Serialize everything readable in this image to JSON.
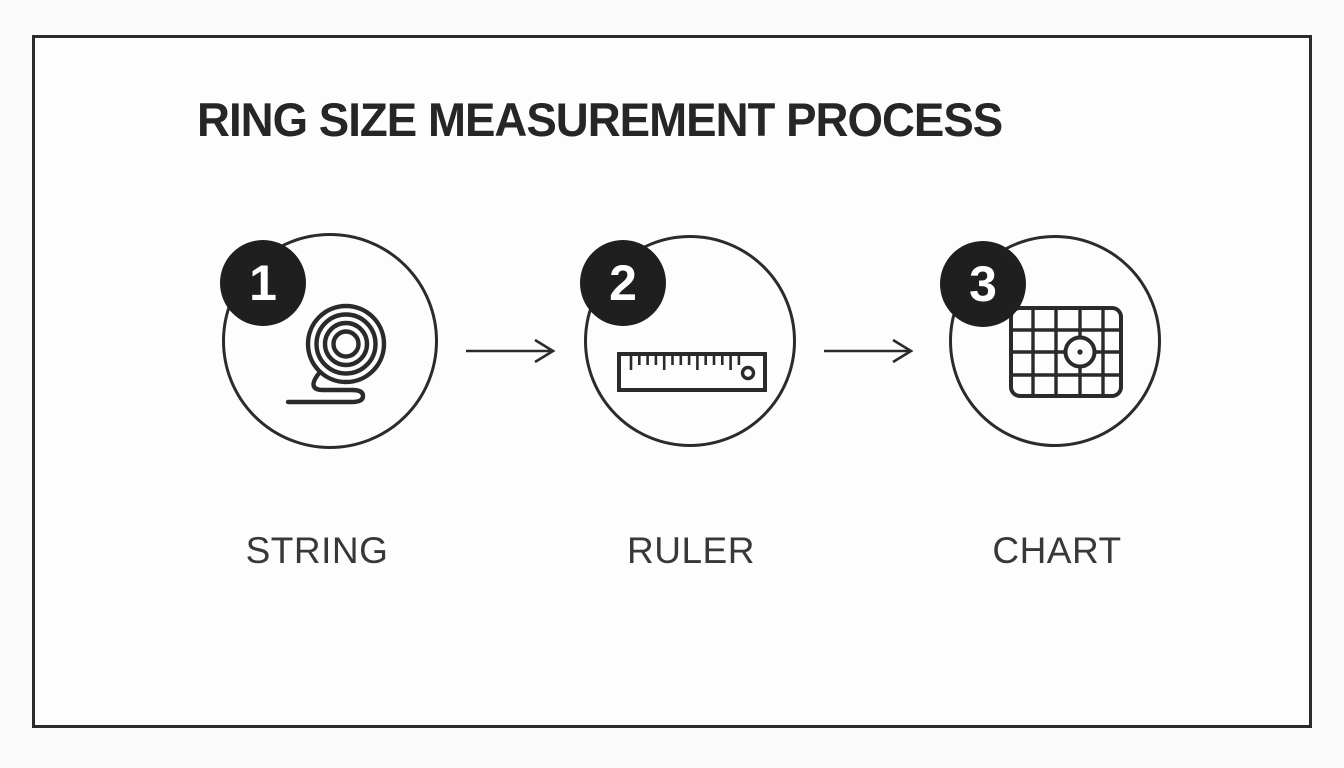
{
  "title": "RING SIZE MEASUREMENT PROCESS",
  "steps": [
    {
      "number": "1",
      "label": "STRING",
      "icon": "string-coil-icon"
    },
    {
      "number": "2",
      "label": "RULER",
      "icon": "ruler-icon"
    },
    {
      "number": "3",
      "label": "CHART",
      "icon": "size-chart-grid-icon"
    }
  ],
  "connectors": [
    {
      "icon": "arrow-right-icon",
      "from": "STRING",
      "to": "RULER"
    },
    {
      "icon": "arrow-right-icon",
      "from": "RULER",
      "to": "CHART"
    }
  ],
  "colors": {
    "ink": "#2a2a2a",
    "frame_border": "#2b2b2b",
    "badge_bg": "#1f1f1f",
    "badge_text": "#ffffff",
    "label_text": "#383838",
    "background": "#fdfdfd"
  }
}
